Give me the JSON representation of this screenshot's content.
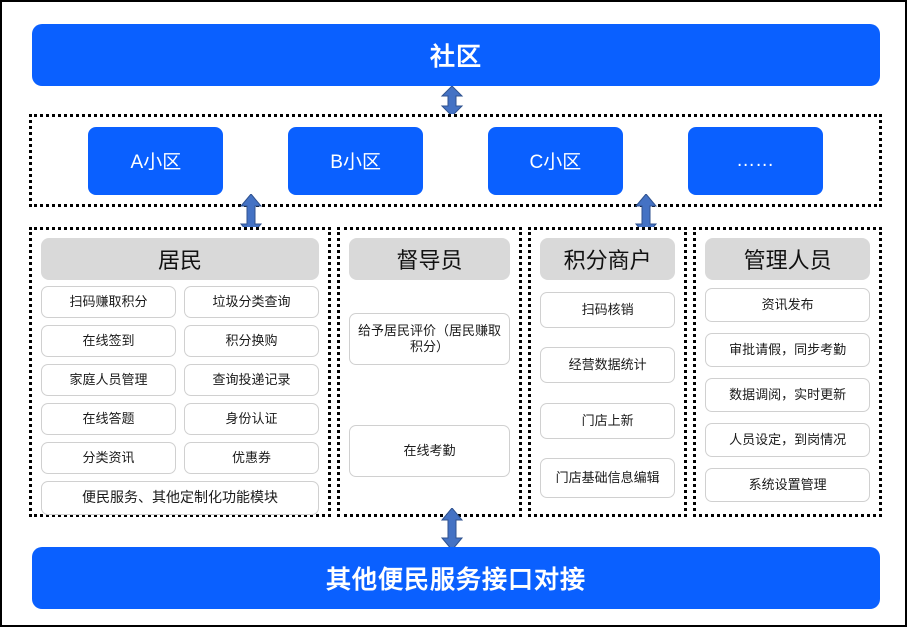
{
  "diagram": {
    "top_banner": {
      "label": "社区"
    },
    "bottom_banner": {
      "label": "其他便民服务接口对接"
    },
    "districts": [
      {
        "label": "A小区"
      },
      {
        "label": "B小区"
      },
      {
        "label": "C小区"
      },
      {
        "label": "……"
      }
    ],
    "roles": [
      {
        "title": "居民",
        "items": [
          "扫码赚取积分",
          "垃圾分类查询",
          "在线签到",
          "积分换购",
          "家庭人员管理",
          "查询投递记录",
          "在线答题",
          "身份认证",
          "分类资讯",
          "优惠券",
          "便民服务、其他定制化功能模块"
        ]
      },
      {
        "title": "督导员",
        "items": [
          "给予居民评价（居民赚取积分）",
          "在线考勤"
        ]
      },
      {
        "title": "积分商户",
        "items": [
          "扫码核销",
          "经营数据统计",
          "门店上新",
          "门店基础信息编辑"
        ]
      },
      {
        "title": "管理人员",
        "items": [
          "资讯发布",
          "审批请假，同步考勤",
          "数据调阅，实时更新",
          "人员设定，到岗情况",
          "系统设置管理"
        ]
      }
    ],
    "arrows": [
      {
        "name": "arrow-community-to-districts"
      },
      {
        "name": "arrow-districts-to-residents"
      },
      {
        "name": "arrow-districts-to-merchant"
      },
      {
        "name": "arrow-roles-to-interfaces"
      }
    ],
    "colors": {
      "banner_blue": "#0A60FF",
      "role_header_gray": "#D9D9D9",
      "arrow_blue": "#4472C4",
      "item_border": "#D0D0D0"
    }
  }
}
